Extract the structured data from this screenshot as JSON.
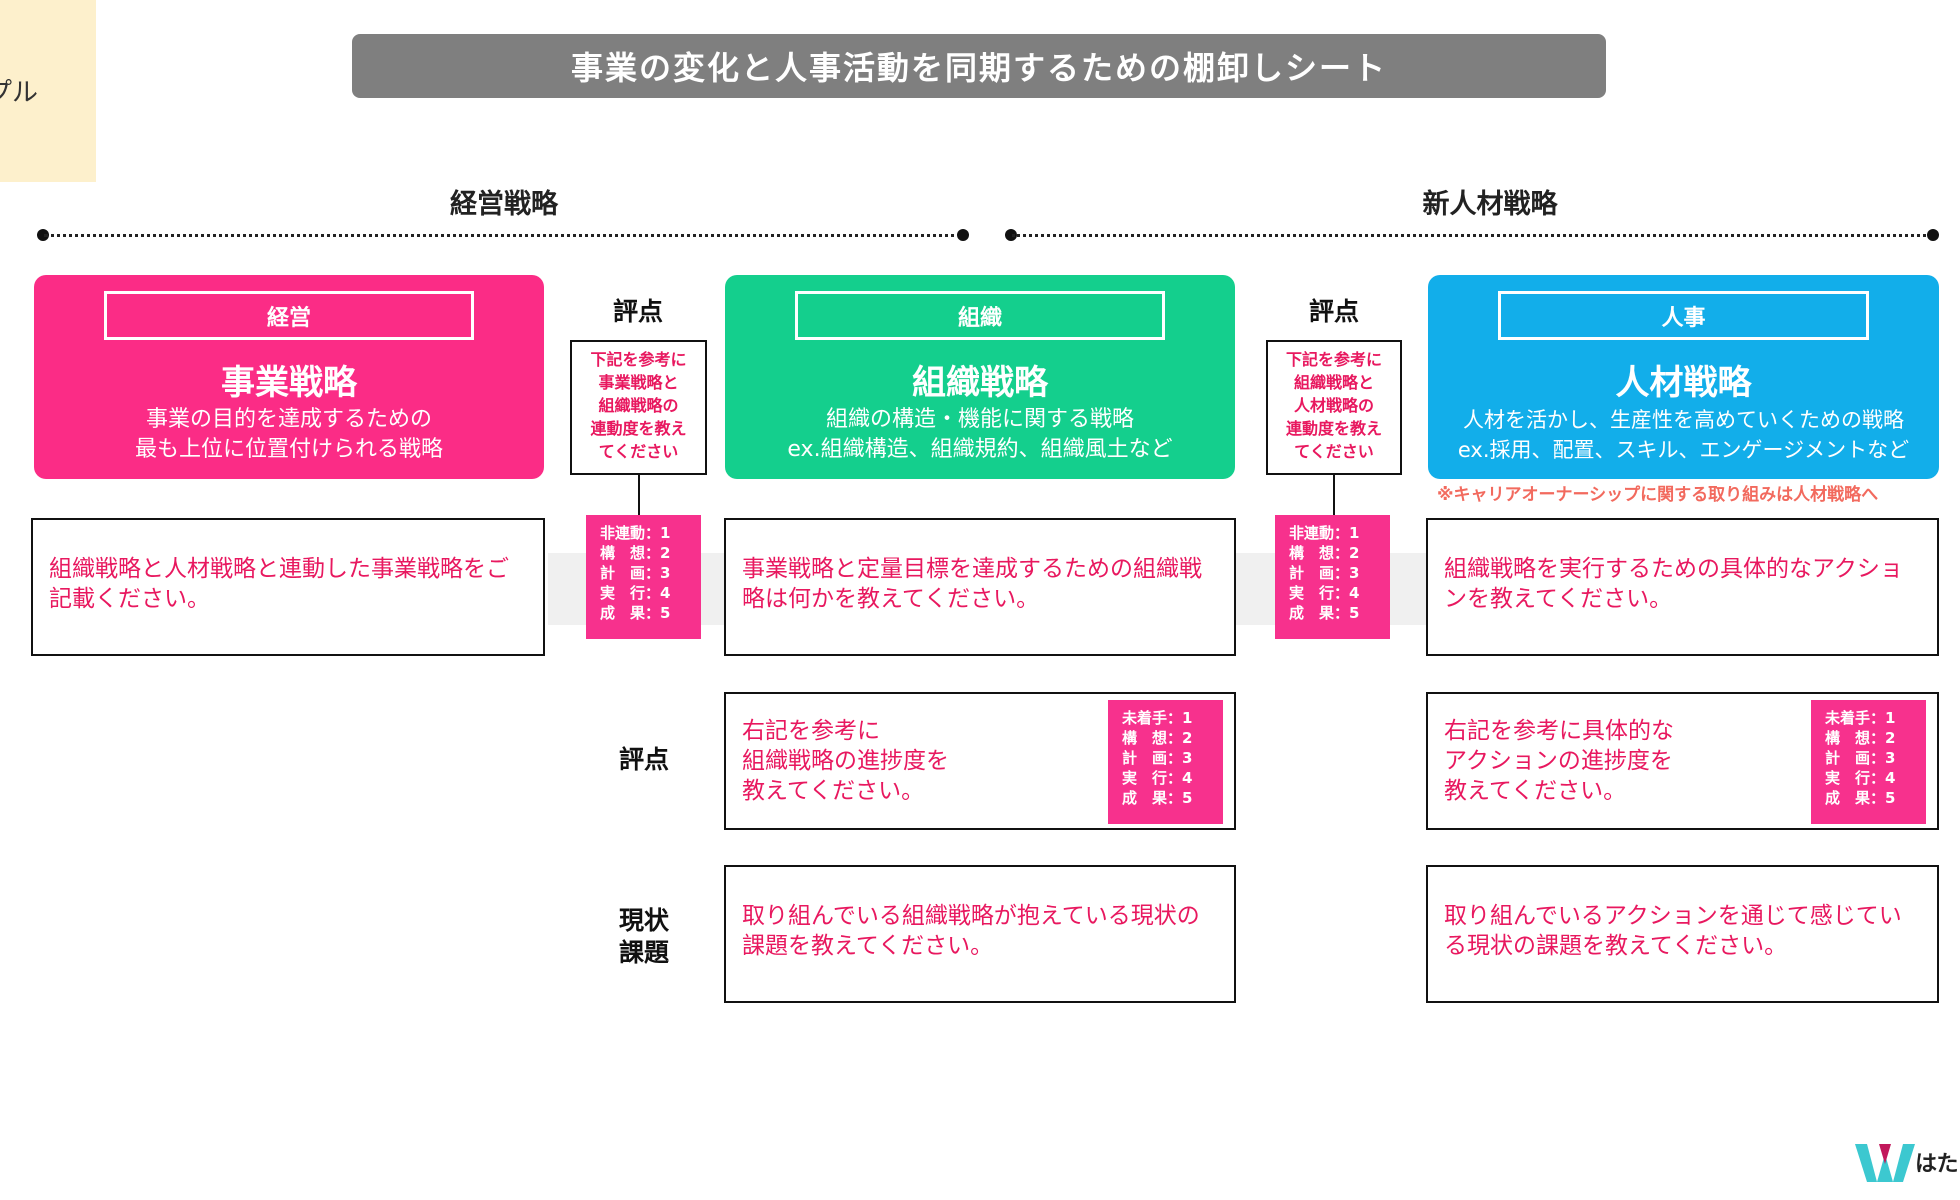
{
  "side_note": {
    "text": "プル"
  },
  "title": "事業の変化と人事活動を同期するための棚卸しシート",
  "sections": {
    "left": "経営戦略",
    "right": "新人材戦略"
  },
  "cards": [
    {
      "tag": "経営",
      "head": "事業戦略",
      "desc": [
        "事業の目的を達成するための",
        "最も上位に位置付けられる戦略"
      ],
      "color": "#fb2c86"
    },
    {
      "tag": "組織",
      "head": "組織戦略",
      "desc": [
        "組織の構造・機能に関する戦略",
        "ex.組織構造、組織規約、組織風土など"
      ],
      "color": "#14cf8d"
    },
    {
      "tag": "人事",
      "head": "人材戦略",
      "desc": [
        "人材を活かし、生産性を高めていくための戦略",
        "ex.採用、配置、スキル、エンゲージメントなど"
      ],
      "color": "#12aeea"
    }
  ],
  "caution": "※キャリアオーナーシップに関する取り組みは人材戦略へ",
  "linkage": [
    {
      "label": "評点",
      "ask": [
        "下記を参考に",
        "事業戦略と",
        "組織戦略の",
        "連動度を教え",
        "てください"
      ],
      "scale": "非連動：1\n構　想：2\n計　画：3\n実　行：4\n成　果：5"
    },
    {
      "label": "評点",
      "ask": [
        "下記を参考に",
        "組織戦略と",
        "人材戦略の",
        "連動度を教え",
        "てください"
      ],
      "scale": "非連動：1\n構　想：2\n計　画：3\n実　行：4\n成　果：5"
    }
  ],
  "row1": {
    "business": "組織戦略と人材戦略と連動した事業戦略をご記載ください。",
    "org": "事業戦略と定量目標を達成するための組織戦略は何かを教えてください。",
    "hr": "組織戦略を実行するための具体的なアクションを教えてください。"
  },
  "row2": {
    "label": "評点",
    "org": "右記を参考に\n組織戦略の進捗度を\n教えてください。",
    "hr": "右記を参考に具体的な\nアクションの進捗度を\n教えてください。",
    "scale": "未着手：1\n構　想：2\n計　画：3\n実　行：4\n成　果：5"
  },
  "row3": {
    "label": [
      "現状",
      "課題"
    ],
    "org": "取り組んでいる組織戦略が抱えている現状の課題を教えてください。",
    "hr": "取り組んでいるアクションを通じて感じている現状の課題を教えてください。"
  },
  "logo": {
    "text": "はた"
  }
}
